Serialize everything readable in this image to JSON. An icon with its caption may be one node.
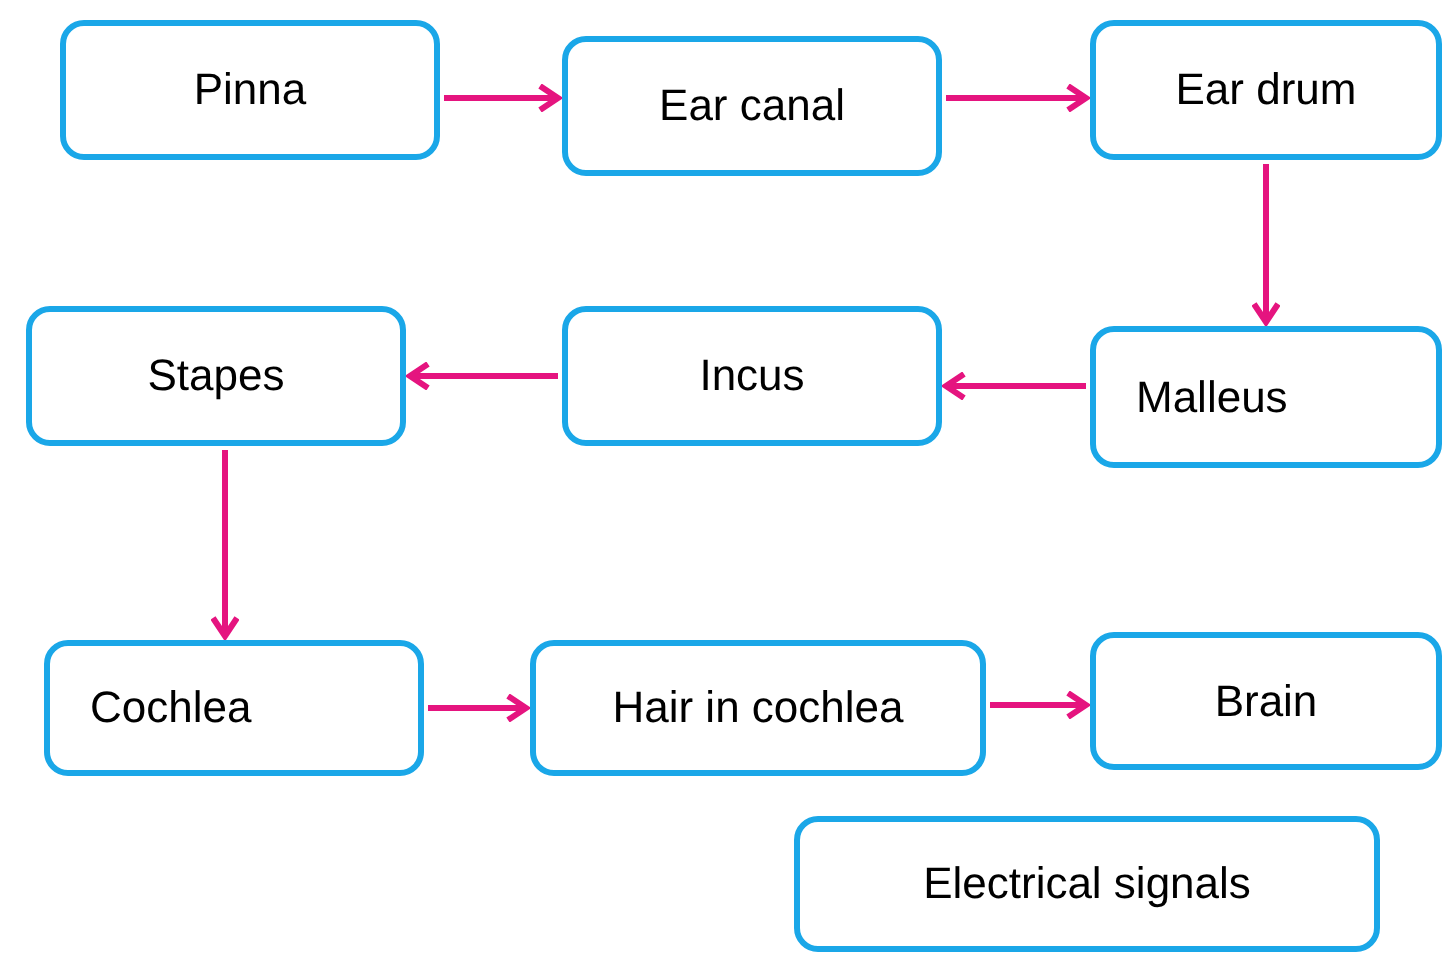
{
  "diagram": {
    "nodes": [
      {
        "text": [
          "Pinna"
        ]
      },
      {
        "text": [
          "Ear canal"
        ]
      },
      {
        "text": [
          "Ear drum"
        ]
      },
      {
        "text": [
          "Malleus"
        ]
      },
      {
        "text": [
          "Incus"
        ]
      },
      {
        "text": [
          "Stapes"
        ]
      },
      {
        "text": [
          "Cochlea"
        ]
      },
      {
        "text": [
          "Hair in cochlea"
        ]
      },
      {
        "text": [
          "Brain"
        ]
      },
      {
        "text": [
          "Electrical signals"
        ]
      }
    ],
    "edges": [
      {
        "from": 0,
        "to": 1,
        "arrow": "to"
      },
      {
        "from": 1,
        "to": 2,
        "arrow": "to"
      },
      {
        "from": 2,
        "to": 3,
        "arrow": "to"
      },
      {
        "from": 3,
        "to": 4,
        "arrow": "to"
      },
      {
        "from": 4,
        "to": 5,
        "arrow": "to"
      },
      {
        "from": 5,
        "to": 6,
        "arrow": "to"
      },
      {
        "from": 6,
        "to": 7,
        "arrow": "to"
      },
      {
        "from": 7,
        "to": 8,
        "arrow": "to"
      }
    ]
  }
}
